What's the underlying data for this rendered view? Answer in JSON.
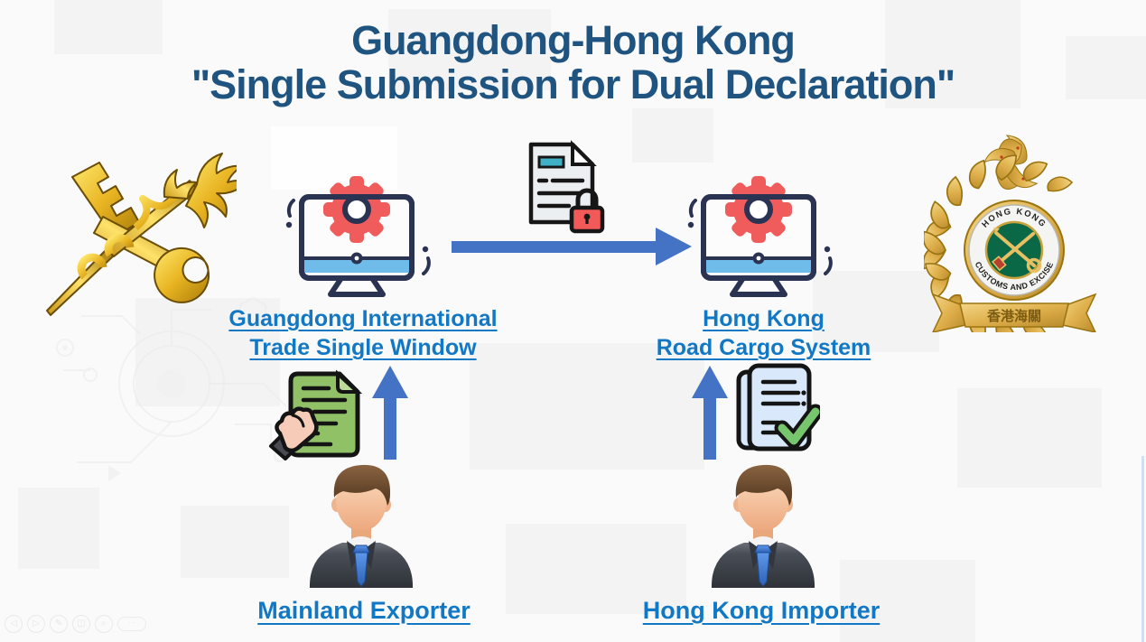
{
  "title": {
    "line1": "Guangdong-Hong Kong",
    "line2": "\"Single Submission for Dual Declaration\""
  },
  "systems": {
    "left": {
      "line1": "Guangdong International",
      "line2": "Trade Single Window"
    },
    "right": {
      "line1": "Hong Kong",
      "line2": "Road Cargo System"
    }
  },
  "actors": {
    "left": {
      "label": "Mainland Exporter"
    },
    "right": {
      "label": "Hong Kong Importer"
    }
  },
  "hk_emblem": {
    "ring_top": "HONG KONG",
    "ring_bottom": "CUSTOMS AND EXCISE",
    "banner": "香港海關"
  },
  "icons": {
    "left_emblem": "china-customs-golden-key-caduceus",
    "left_system": "monitor-with-gear",
    "transfer_doc": "locked-document",
    "flow_arrow": "right-arrow",
    "right_system": "monitor-with-gear",
    "left_submission": "hand-holding-green-document",
    "right_submission": "verified-document-checkmark",
    "submit_arrows": "up-arrow",
    "persons": "businessman-avatar"
  },
  "colors": {
    "title_blue": "#1F5380",
    "link_blue": "#1178C5",
    "arrow_blue": "#4472C4",
    "gear_coral": "#F05C5C",
    "monitor_navy": "#2B3352",
    "screen_bar_blue": "#6FBBEA",
    "gold": "#E3B32C",
    "hk_green": "#0A6847",
    "doc_green": "#90C167",
    "doc_lightblue": "#D9E9FB",
    "check_green": "#6CC24A",
    "lock_red": "#F25A5A"
  }
}
